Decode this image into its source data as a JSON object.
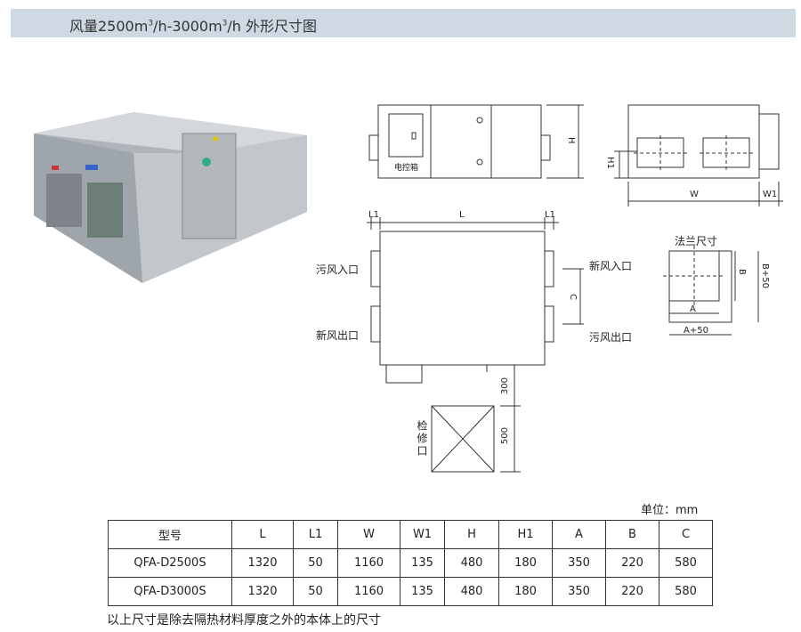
{
  "header": {
    "title_a": "风量2500m",
    "title_b": "/h-3000m",
    "title_c": "/h 外形尺寸图",
    "sup": "3"
  },
  "front_view": {
    "panel_label": "电控箱",
    "h_label": "H",
    "h1_label": "H1"
  },
  "side_view": {
    "w_label": "W",
    "w1_label": "W1"
  },
  "plan_view": {
    "l1_left": "L1",
    "l_label": "L",
    "l1_right": "L1",
    "left_top": "污风入口",
    "left_bottom": "新风出口",
    "right_top": "新风入口",
    "right_bottom": "污风出口",
    "c_label": "C",
    "dim_300": "300",
    "dim_500": "500",
    "access": "检修口"
  },
  "flange": {
    "title": "法兰尺寸",
    "a": "A",
    "a50": "A+50",
    "b": "B",
    "b50": "B+50"
  },
  "unit_label": "单位：mm",
  "table": {
    "headers": [
      "型号",
      "L",
      "L1",
      "W",
      "W1",
      "H",
      "H1",
      "A",
      "B",
      "C"
    ],
    "rows": [
      [
        "QFA-D2500S",
        "1320",
        "50",
        "1160",
        "135",
        "480",
        "180",
        "350",
        "220",
        "580"
      ],
      [
        "QFA-D3000S",
        "1320",
        "50",
        "1160",
        "135",
        "480",
        "180",
        "350",
        "220",
        "580"
      ]
    ]
  },
  "note": "以上尺寸是除去隔热材料厚度之外的本体上的尺寸",
  "colors": {
    "title_bg": "#cfd9e3",
    "cabinet": "#b9bec3",
    "line": "#333333"
  }
}
